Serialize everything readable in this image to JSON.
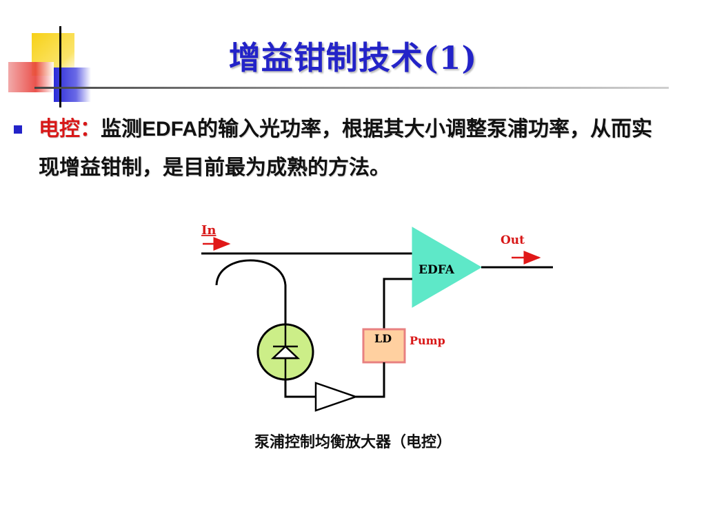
{
  "slide": {
    "title": "增益钳制技术(1)",
    "bullet": {
      "lead": "电控：",
      "text_before": "监测",
      "text_bold": "EDFA",
      "text_after": "的输入光功率，根据其大小调整泵浦功率，从而实现增益钳制，是目前最为成熟的方法。"
    },
    "diagram": {
      "in_label": "In",
      "out_label": "Out",
      "edfa_label": "EDFA",
      "ld_label": "LD",
      "pump_label": "Pump",
      "caption": "泵浦控制均衡放大器（电控）"
    },
    "colors": {
      "title": "#2323c8",
      "accent_red": "#d81818",
      "edfa_fill": "#5ee8c8",
      "ld_fill": "#ffd0a0",
      "ld_border": "#e88080",
      "detector_fill": "#ccee88"
    }
  }
}
